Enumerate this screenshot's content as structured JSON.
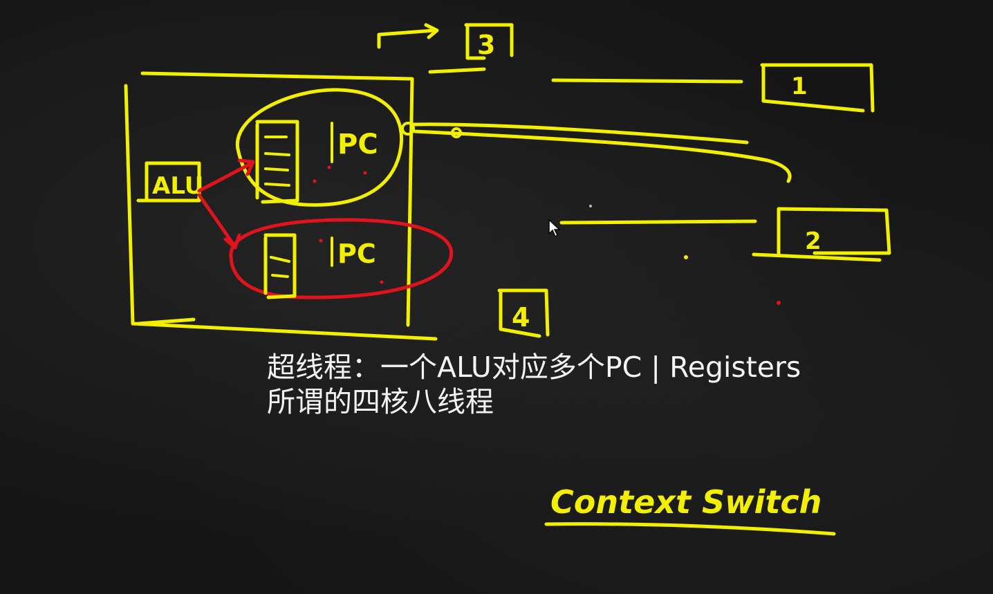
{
  "caption": {
    "line1": "超线程：一个ALU对应多个PC | Registers",
    "line2": "所谓的四核八线程"
  },
  "handwriting": {
    "alu": "ALU",
    "pc_top": "PC",
    "pc_bottom": "PC",
    "thread_1": "1",
    "thread_2": "2",
    "thread_3": "3",
    "thread_4": "4",
    "context_switch": "Context Switch"
  },
  "colors": {
    "chalk_yellow": "#f2f000",
    "highlight_red": "#e0141c",
    "caption_text": "#f4f4f4",
    "board": "#161616"
  }
}
